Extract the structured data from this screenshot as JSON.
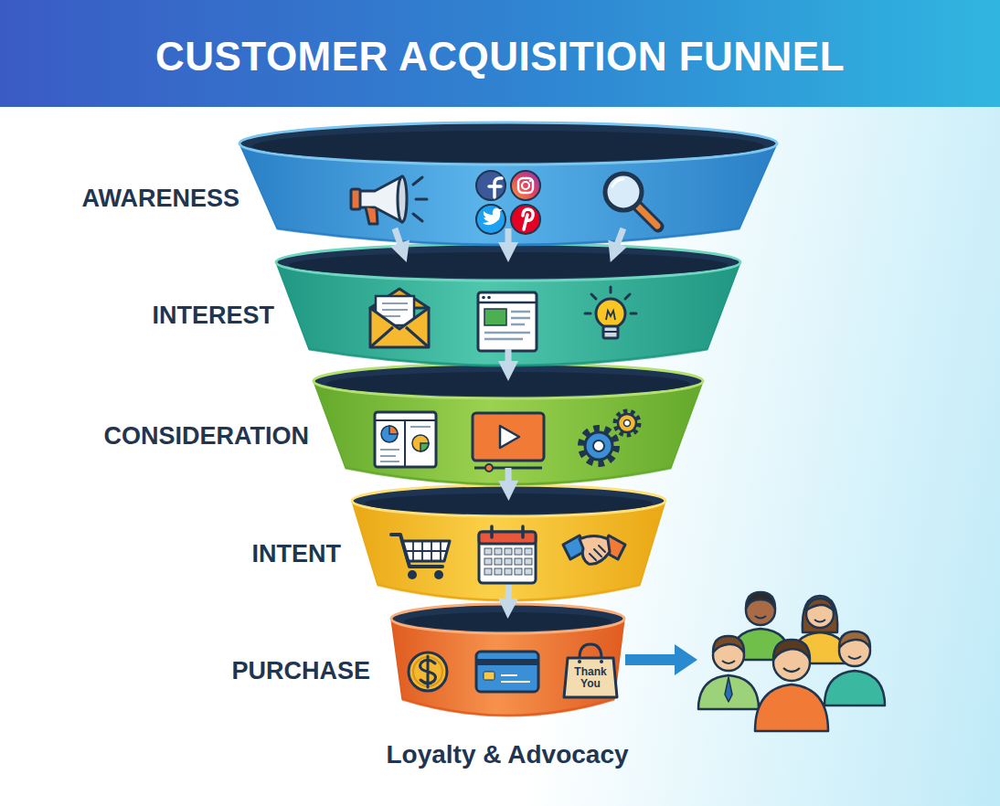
{
  "diagram": {
    "title": "CUSTOMER ACQUISITION FUNNEL",
    "nodes": [
      {
        "text": [
          "AWARENESS"
        ]
      },
      {
        "text": [
          "INTEREST"
        ]
      },
      {
        "text": [
          "CONSIDERATION"
        ]
      },
      {
        "text": [
          "INTENT"
        ]
      },
      {
        "text": [
          "PURCHASE"
        ]
      }
    ],
    "edges": [
      {
        "from": 0,
        "to": 1,
        "arrow": "to"
      },
      {
        "from": 0,
        "to": 1,
        "arrow": "to"
      },
      {
        "from": 0,
        "to": 1,
        "arrow": "to"
      },
      {
        "from": 1,
        "to": 2,
        "arrow": "to"
      },
      {
        "from": 2,
        "to": 3,
        "arrow": "to"
      },
      {
        "from": 3,
        "to": 4,
        "arrow": "to"
      }
    ],
    "labels": [
      "Thank You",
      "Loyalty & Advocacy"
    ]
  }
}
